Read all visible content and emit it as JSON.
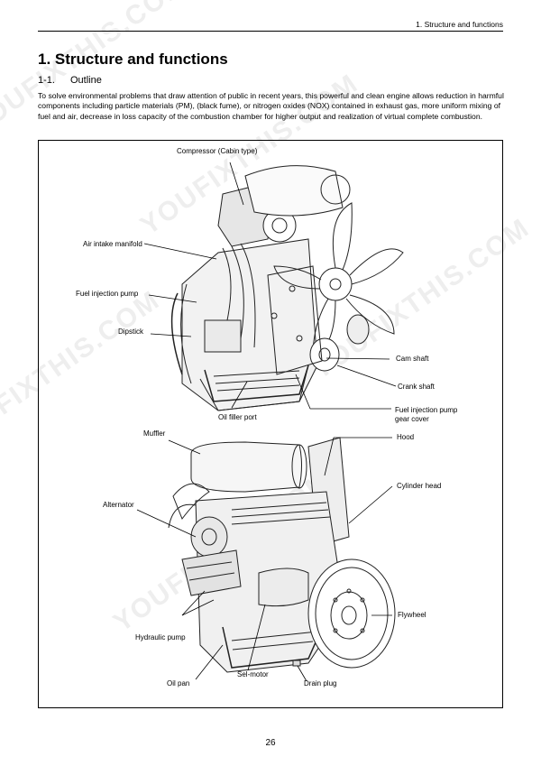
{
  "header": {
    "running_title": "1. Structure and functions"
  },
  "title": {
    "number": "1.",
    "text": "Structure and functions"
  },
  "section": {
    "number": "1-1.",
    "title": "Outline"
  },
  "intro_text": "To solve environmental problems that draw attention of public in recent years, this powerful and clean engine allows reduction in harmful components including particle materials (PM), (black fume), or nitrogen oxides (NOX) contained in exhaust gas, more uniform mixing of fuel and air, decrease in loss capacity of the combustion chamber for higher output and realization of virtual complete combustion.",
  "figure": {
    "top_view_labels": {
      "compressor": "Compressor (Cabin type)",
      "air_intake": "Air intake manifold",
      "fuel_pump": "Fuel injection pump",
      "dipstick": "Dipstick",
      "oil_filler": "Oil filler port",
      "cam_shaft": "Cam shaft",
      "crank_shaft": "Crank shaft",
      "gear_cover_1": "Fuel injection pump",
      "gear_cover_2": "gear cover"
    },
    "bottom_view_labels": {
      "muffler": "Muffler",
      "hood": "Hood",
      "cylinder_head": "Cylinder head",
      "alternator": "Alternator",
      "flywheel": "Flywheel",
      "hydraulic_pump": "Hydraulic pump",
      "oil_pan": "Oil pan",
      "sel_motor": "Sel-motor",
      "drain_plug": "Drain plug"
    }
  },
  "watermark_text": "YOUFIXTHIS.COM",
  "page_number": "26"
}
